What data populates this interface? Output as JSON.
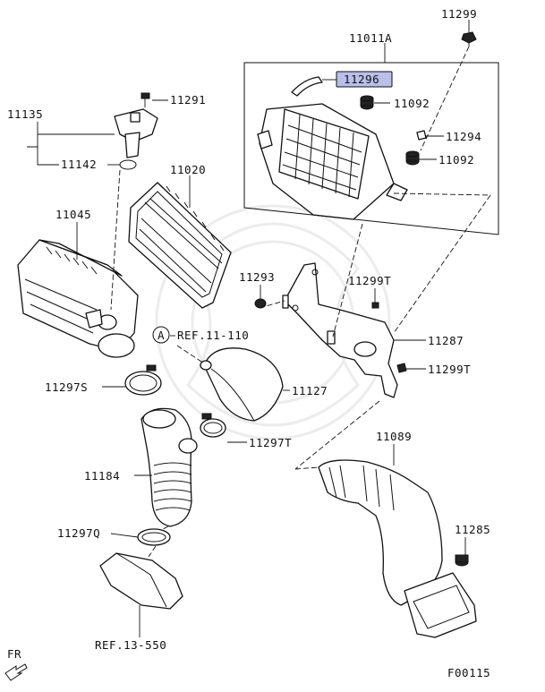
{
  "labels": {
    "p11299": "11299",
    "p11011A": "11011A",
    "p11296": "11296",
    "p11092a": "11092",
    "p11294": "11294",
    "p11092b": "11092",
    "p11291": "11291",
    "p11135": "11135",
    "p11142": "11142",
    "p11020": "11020",
    "p11045": "11045",
    "p11293": "11293",
    "p11299Ta": "11299T",
    "p11287": "11287",
    "p11299Tb": "11299T",
    "refA_circle": "A",
    "refA_text": "REF.11-110",
    "p11127": "11127",
    "p11297S": "11297S",
    "p11297T": "11297T",
    "p11089": "11089",
    "p11184": "11184",
    "p11285": "11285",
    "p11297Q": "11297Q",
    "ref13": "REF.13-550",
    "fr": "FR",
    "figcode": "F00115"
  },
  "highlight": {
    "part": "11296",
    "color": "#b9bfe9"
  }
}
